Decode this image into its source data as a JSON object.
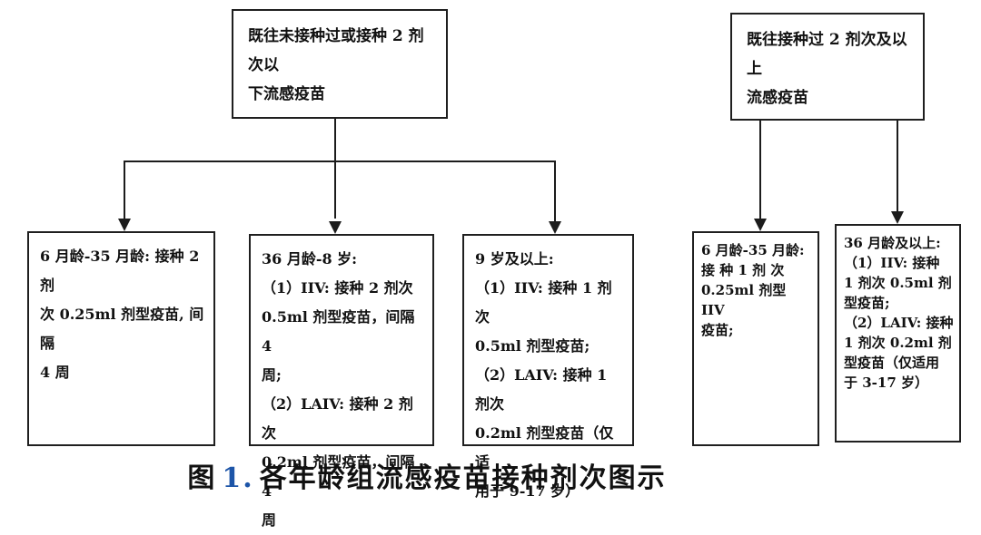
{
  "canvas": {
    "background": "#ffffff",
    "line_color": "#1c1c1c",
    "caption_number_color": "#1d55a8"
  },
  "nodes": [
    {
      "id": "prior-under-2-doses",
      "text": "既往未接种过或接种 2 剂次以\n下流感疫苗"
    },
    {
      "id": "prior-2-or-more-doses",
      "text": "既往接种过 2 剂次及以上\n流感疫苗"
    },
    {
      "id": "age-6-35m-2dose",
      "text": "6 月龄-35 月龄: 接种 2 剂\n次 0.25ml 剂型疫苗, 间隔\n4 周"
    },
    {
      "id": "age-36m-8y",
      "text": "36 月龄-8 岁:\n（1）IIV: 接种 2 剂次\n0.5ml 剂型疫苗，间隔 4\n周;\n（2）LAIV: 接种 2 剂次\n0.2ml 剂型疫苗，间隔 4\n周"
    },
    {
      "id": "age-9y-plus",
      "text": "9 岁及以上:\n（1）IIV: 接种 1 剂次\n0.5ml 剂型疫苗;\n（2）LAIV: 接种 1 剂次\n0.2ml 剂型疫苗（仅适\n用于 9-17 岁）"
    },
    {
      "id": "age-6-35m-1dose",
      "text": "6 月龄-35 月龄:\n接 种  1  剂 次\n0.25ml 剂型 IIV\n疫苗;"
    },
    {
      "id": "age-36m-plus",
      "text": "36 月龄及以上:\n（1）IIV: 接种\n1 剂次 0.5ml 剂\n型疫苗;\n（2）LAIV: 接种\n1 剂次 0.2ml 剂\n型疫苗（仅适用\n于 3-17 岁）"
    }
  ],
  "caption": {
    "label": "图",
    "number": "1.",
    "title": "各年龄组流感疫苗接种剂次图示"
  }
}
